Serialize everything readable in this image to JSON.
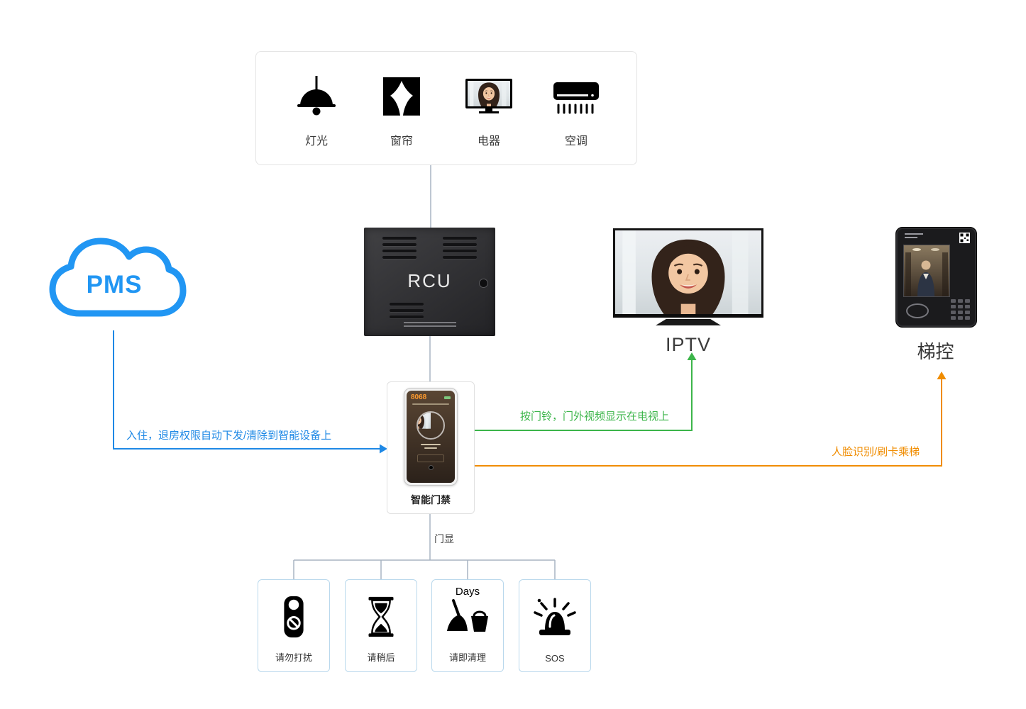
{
  "colors": {
    "flow_blue": "#1e88e5",
    "flow_green": "#3cb54a",
    "flow_orange": "#f08c00",
    "connector_gray": "#a9b4c2",
    "pms_blue": "#2196f3",
    "status_box_border": "#b9d8ec"
  },
  "device_panel": {
    "items": [
      {
        "label": "灯光",
        "icon": "pendant-lamp-icon"
      },
      {
        "label": "窗帘",
        "icon": "curtains-icon"
      },
      {
        "label": "电器",
        "icon": "tv-appliance-icon"
      },
      {
        "label": "空调",
        "icon": "air-conditioner-icon"
      }
    ]
  },
  "rcu": {
    "label": "RCU"
  },
  "pms": {
    "label": "PMS"
  },
  "iptv": {
    "label": "IPTV"
  },
  "elevator_control": {
    "label": "梯控"
  },
  "door_access": {
    "label": "智能门禁",
    "screen_id": "8068"
  },
  "door_display": {
    "label": "门显"
  },
  "status_panels": [
    {
      "label": "请勿打扰",
      "icon": "door-hanger-icon"
    },
    {
      "label": "请稍后",
      "icon": "hourglass-icon"
    },
    {
      "label": "请即清理",
      "sub_label": "Days",
      "icon": "cleaning-icon"
    },
    {
      "label": "SOS",
      "icon": "siren-icon"
    }
  ],
  "flows": [
    {
      "id": "pms-to-door-access",
      "label": "入住，退房权限自动下发/清除到智能设备上",
      "color": "#1e88e5"
    },
    {
      "id": "door-access-to-iptv",
      "label": "按门铃，门外视频显示在电视上",
      "color": "#3cb54a"
    },
    {
      "id": "door-access-to-elevator",
      "label": "人脸识别/刷卡乘梯",
      "color": "#f08c00"
    }
  ]
}
